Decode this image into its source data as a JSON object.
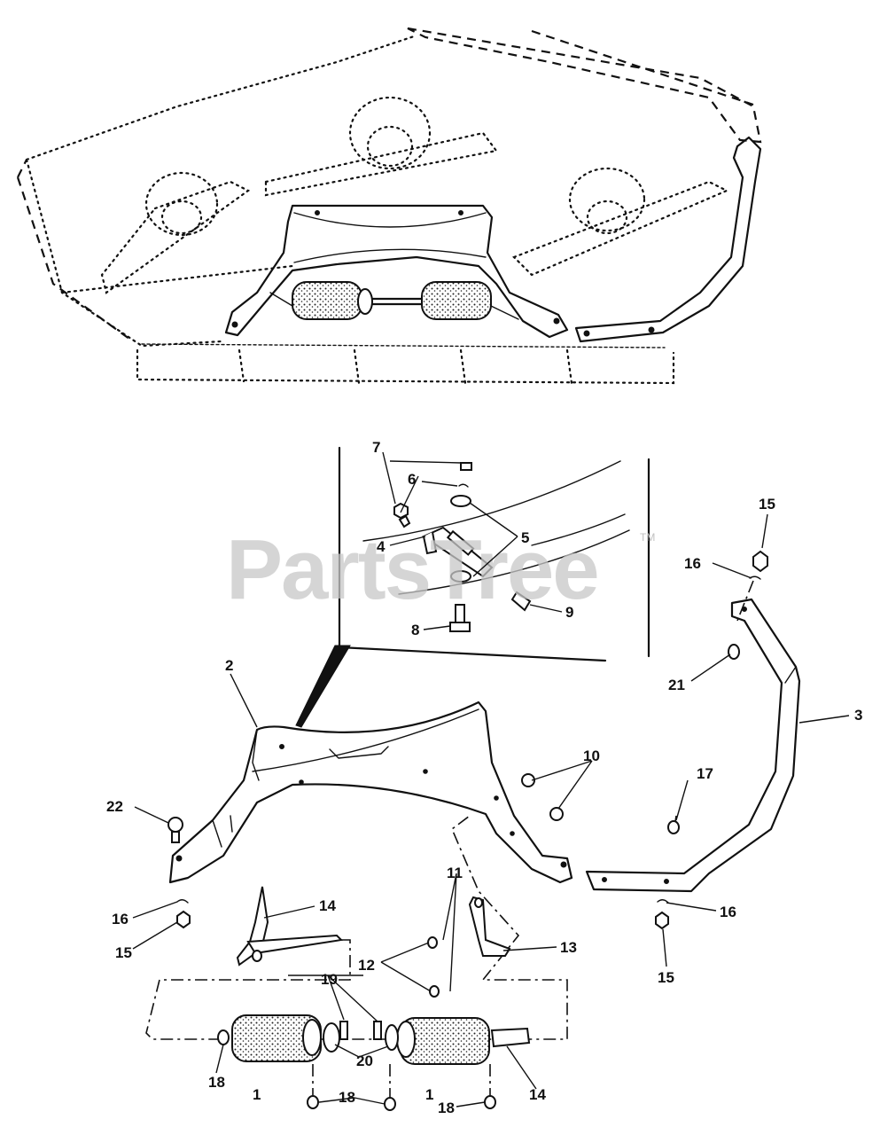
{
  "watermark": {
    "text": "PartsTree",
    "tm": "TM"
  },
  "callouts": {
    "c1a": "1",
    "c1b": "1",
    "c2": "2",
    "c3": "3",
    "c4": "4",
    "c5": "5",
    "c6": "6",
    "c7": "7",
    "c8": "8",
    "c9": "9",
    "c10": "10",
    "c11": "11",
    "c12": "12",
    "c13": "13",
    "c14a": "14",
    "c14b": "14",
    "c15a": "15",
    "c15b": "15",
    "c15c": "15",
    "c16a": "16",
    "c16b": "16",
    "c16c": "16",
    "c17": "17",
    "c18a": "18",
    "c18b": "18",
    "c18c": "18",
    "c19": "19",
    "c20": "20",
    "c21": "21",
    "c22": "22"
  }
}
